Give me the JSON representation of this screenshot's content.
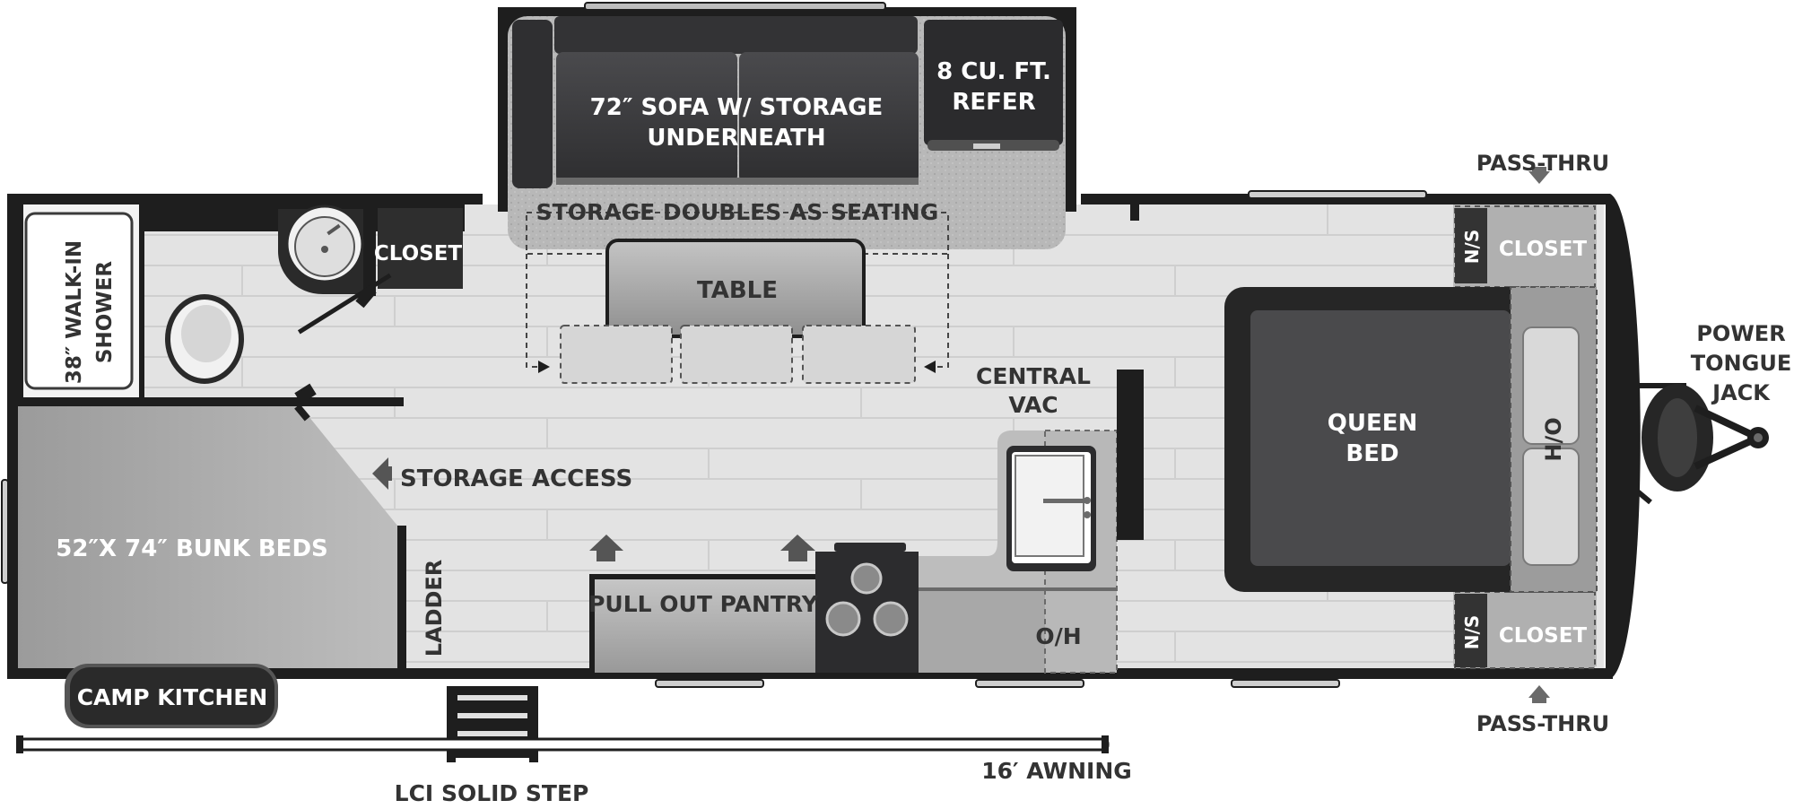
{
  "labels": {
    "sofa_line1": "72″ SOFA W/ STORAGE",
    "sofa_line2": "UNDERNEATH",
    "refer_line1": "8 CU. FT.",
    "refer_line2": "REFER",
    "storage_seating": "STORAGE DOUBLES AS SEATING",
    "table": "TABLE",
    "closet_bath": "CLOSET",
    "shower_line1": "38″ WALK-IN",
    "shower_line2": "SHOWER",
    "bunk_beds": "52″X 74″ BUNK BEDS",
    "storage_access": "STORAGE ACCESS",
    "ladder": "LADDER",
    "pull_out_pantry": "PULL OUT PANTRY",
    "central_vac_line1": "CENTRAL",
    "central_vac_line2": "VAC",
    "oh_kitchen": "O/H",
    "queen_bed_line1": "QUEEN",
    "queen_bed_line2": "BED",
    "ho": "H/O",
    "ns_top": "N/S",
    "closet_top": "CLOSET",
    "ns_bottom": "N/S",
    "closet_bottom": "CLOSET",
    "pass_thru_top": "PASS-THRU",
    "pass_thru_bottom": "PASS-THRU",
    "power_jack_line1": "POWER",
    "power_jack_line2": "TONGUE",
    "power_jack_line3": "JACK",
    "camp_kitchen": "CAMP KITCHEN",
    "lci_step": "LCI SOLID STEP",
    "awning": "16′ AWNING"
  },
  "colors": {
    "wall": "#1e1e1e",
    "floor": "#e3e3e3",
    "floor_plank_line": "#d0d0d0",
    "dark_furniture": "#3c3c3e",
    "mid_gray": "#a7a7a7",
    "light_gray": "#c9c9c9",
    "label_text": "#333333",
    "badge_bg": "#2a2a2a"
  },
  "icons": {
    "sink": "sink-icon",
    "toilet": "toilet-icon",
    "stove": "stove-burner-icon",
    "arrow": "arrow-up-icon",
    "jack": "tongue-jack-icon"
  }
}
